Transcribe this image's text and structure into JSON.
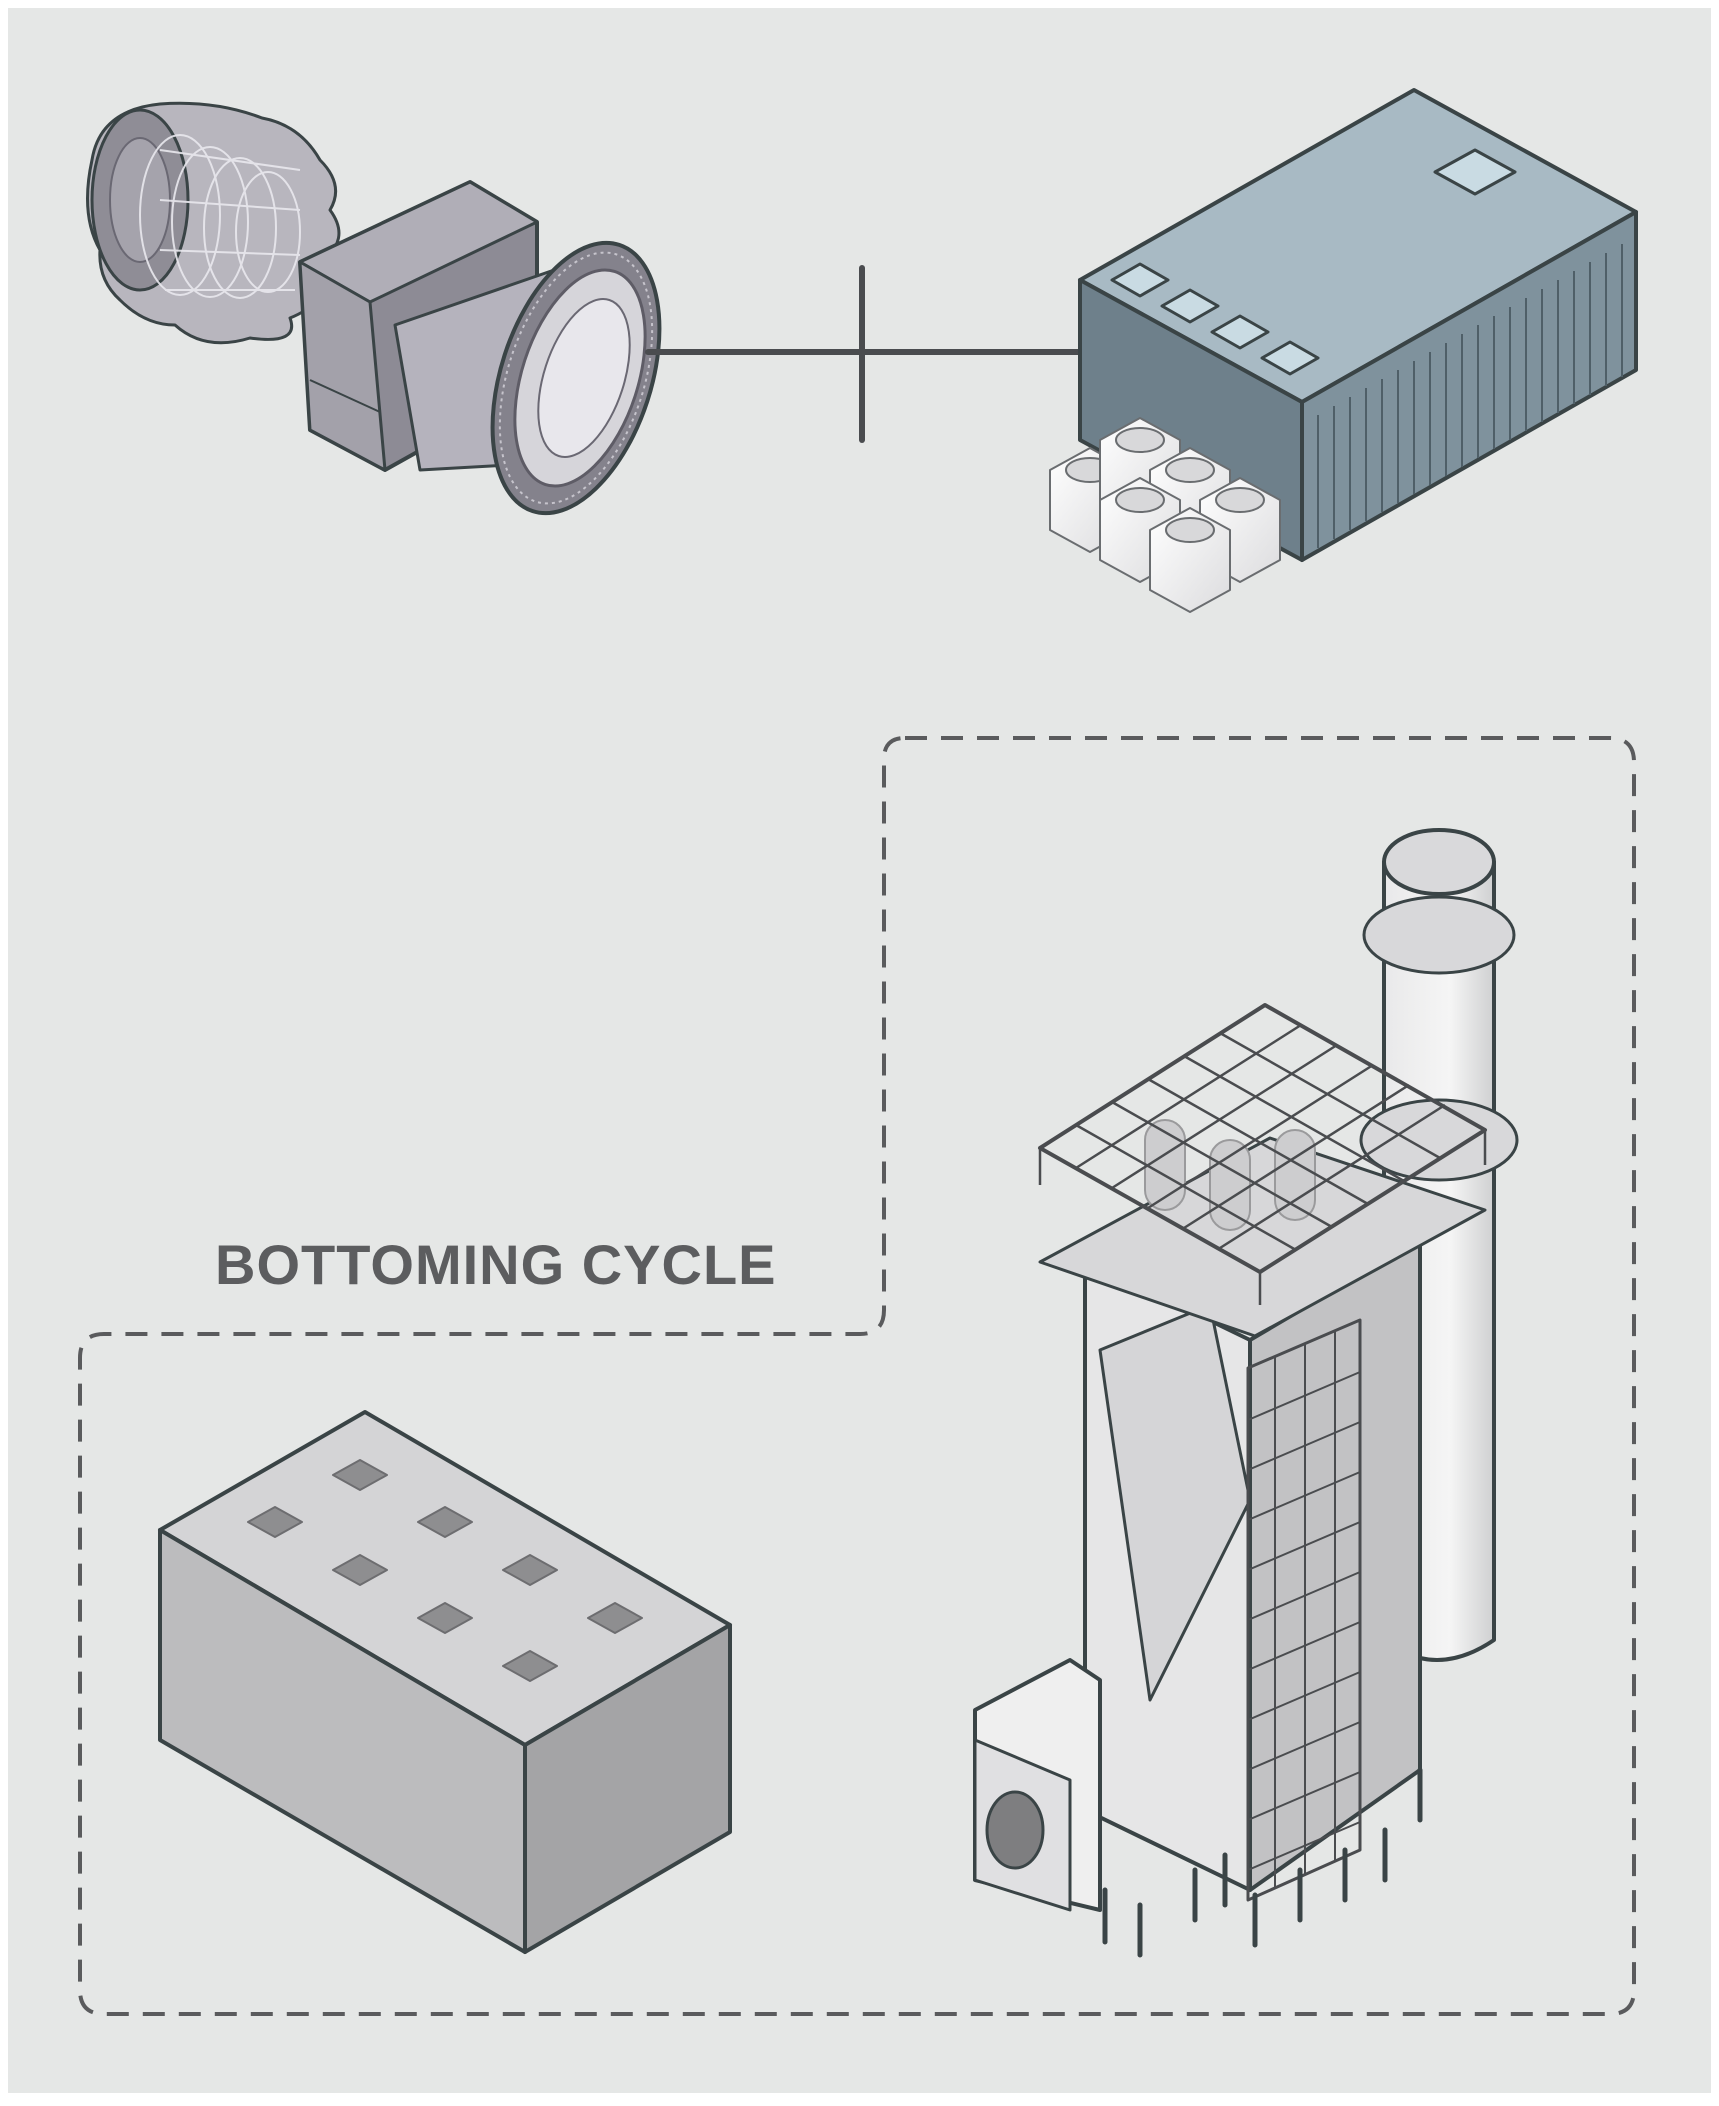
{
  "diagram": {
    "section_label": "BOTTOMING CYCLE",
    "components": [
      {
        "name": "gas-turbine",
        "icon": "gas-turbine-icon"
      },
      {
        "name": "generator",
        "icon": "generator-block-icon"
      },
      {
        "name": "cooling-fans",
        "icon": "fan-unit-icon"
      },
      {
        "name": "steam-turbine-block",
        "icon": "box-block-icon"
      },
      {
        "name": "heat-recovery-steam-generator",
        "icon": "hrsg-icon"
      },
      {
        "name": "exhaust-stack",
        "icon": "stack-icon"
      }
    ]
  },
  "colors": {
    "background": "#e5e7e6",
    "outline": "#3a4446",
    "turbine_fill": "#9a98a2",
    "generator_top": "#a8bac4",
    "generator_side": "#6e808b",
    "block_fill": "#c6c6c8",
    "dashed_boundary": "#5a5b5d",
    "label_text": "#5c5d5f"
  }
}
